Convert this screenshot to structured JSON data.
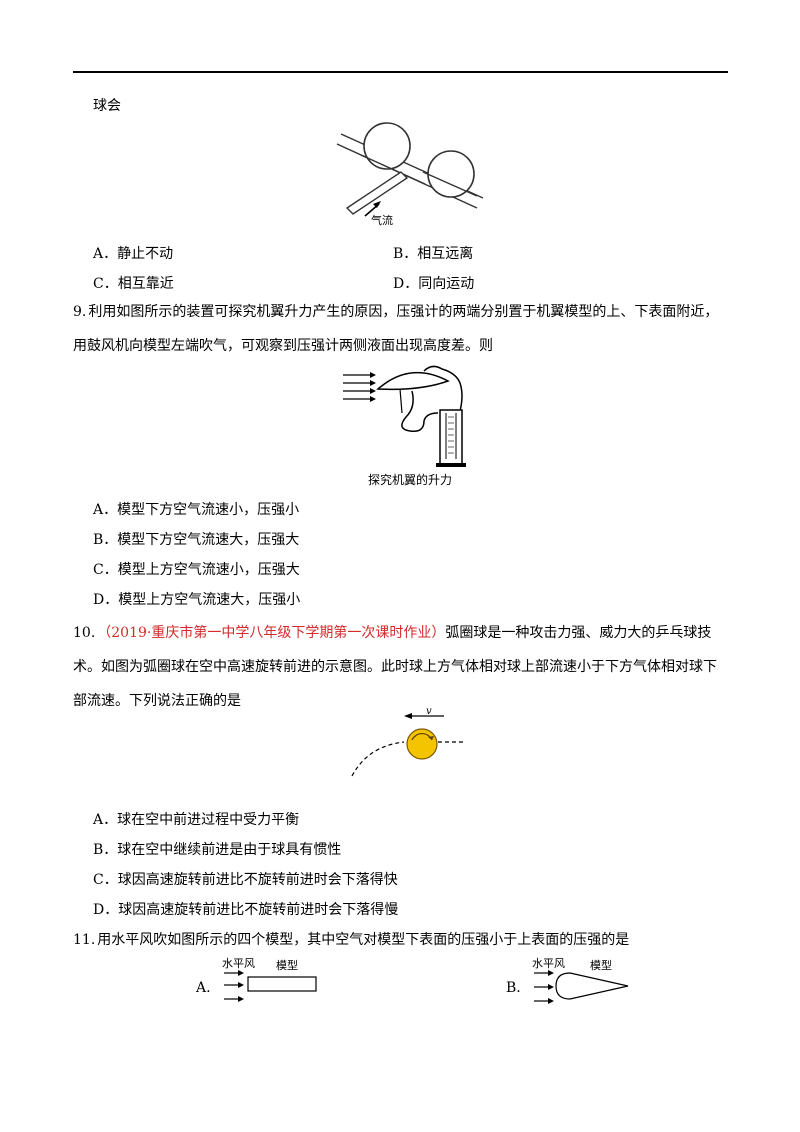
{
  "q8": {
    "tail": "球会",
    "airflow_label": "气流",
    "options": {
      "A": "A．静止不动",
      "B": "B．相互远离",
      "C": "C．相互靠近",
      "D": "D．同向运动"
    }
  },
  "q9": {
    "number": "9.",
    "stem": "利用如图所示的装置可探究机翼升力产生的原因，压强计的两端分别置于机翼模型的上、下表面附近，用鼓风机向模型左端吹气，可观察到压强计两侧液面出现高度差。则",
    "figure_caption": "探究机翼的升力",
    "options": [
      "A．模型下方空气流速小，压强小",
      "B．模型下方空气流速大，压强大",
      "C．模型上方空气流速小，压强大",
      "D．模型上方空气流速大，压强小"
    ]
  },
  "q10": {
    "number": "10.",
    "source": "（2019·重庆市第一中学八年级下学期第一次课时作业）",
    "stem": "弧圈球是一种攻击力强、威力大的乒乓球技术。如图为弧圈球在空中高速旋转前进的示意图。此时球上方气体相对球上部流速小于下方气体相对球下部流速。下列说法正确的是",
    "velocity_label": "v",
    "colors": {
      "ball": "#f5c400",
      "source": "#d42a2a"
    },
    "options": [
      "A．球在空中前进过程中受力平衡",
      "B．球在空中继续前进是由于球具有惯性",
      "C．球因高速旋转前进比不旋转前进时会下落得快",
      "D．球因高速旋转前进比不旋转前进时会下落得慢"
    ]
  },
  "q11": {
    "number": "11.",
    "stem": "用水平风吹如图所示的四个模型，其中空气对模型下表面的压强小于上表面的压强的是",
    "wind_label": "水平风",
    "model_label": "模型",
    "option_a": "A.",
    "option_b": "B."
  }
}
